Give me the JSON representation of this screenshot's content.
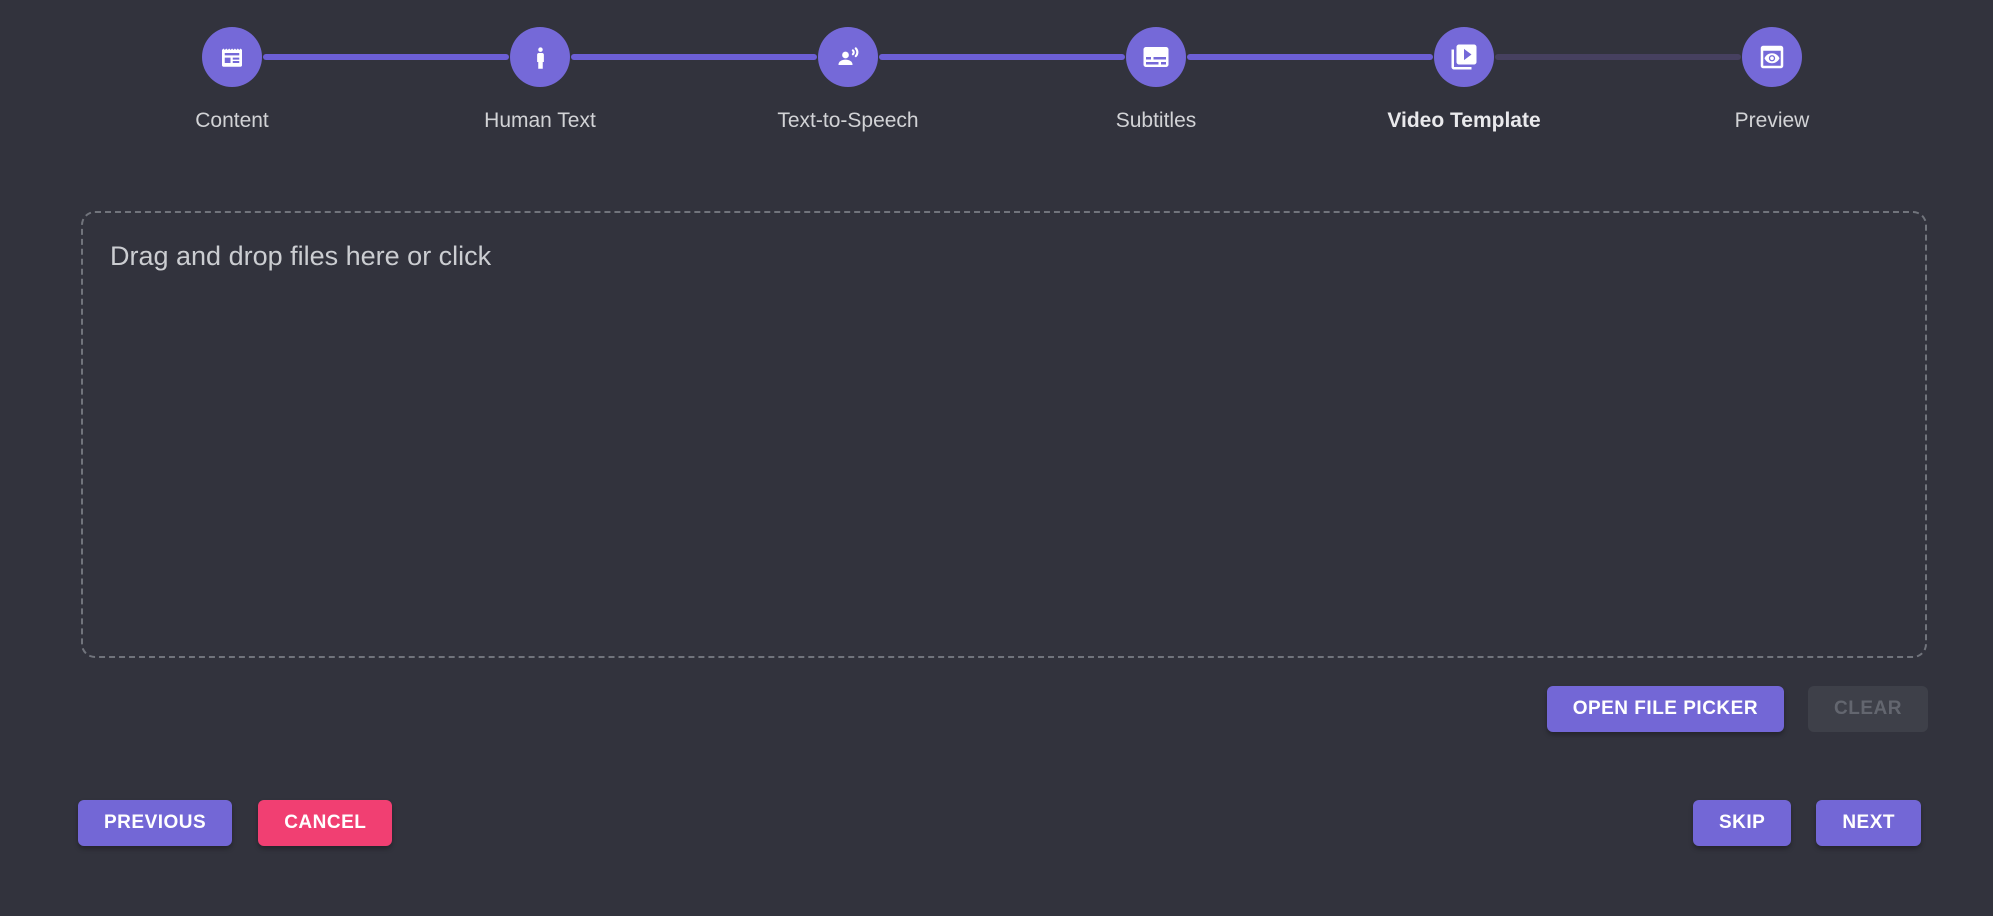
{
  "stepper": {
    "steps": [
      {
        "label": "Content",
        "icon": "newspaper-icon",
        "state": "completed"
      },
      {
        "label": "Human Text",
        "icon": "person-icon",
        "state": "completed"
      },
      {
        "label": "Text-to-Speech",
        "icon": "voice-over-icon",
        "state": "completed"
      },
      {
        "label": "Subtitles",
        "icon": "subtitles-icon",
        "state": "completed"
      },
      {
        "label": "Video Template",
        "icon": "video-library-icon",
        "state": "active"
      },
      {
        "label": "Preview",
        "icon": "preview-eye-icon",
        "state": "upcoming"
      }
    ]
  },
  "dropzone": {
    "prompt": "Drag and drop files here or click"
  },
  "file_actions": {
    "open_file_picker": "OPEN FILE PICKER",
    "clear": "CLEAR",
    "clear_disabled": true
  },
  "navigation": {
    "previous": "PREVIOUS",
    "cancel": "CANCEL",
    "skip": "SKIP",
    "next": "NEXT"
  },
  "colors": {
    "background": "#32333d",
    "accent_purple": "#7367d6",
    "step_circle": "#7569d8",
    "connector_active": "#6c5fd6",
    "connector_inactive": "#46405f",
    "cancel_pink": "#f13f72",
    "disabled_bg": "#3e4049"
  }
}
